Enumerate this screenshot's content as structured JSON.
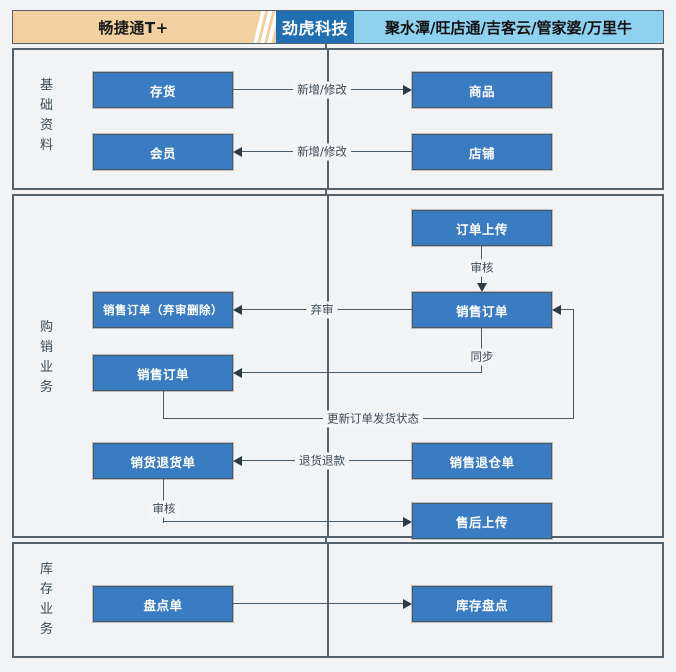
{
  "header": {
    "left_system": "畅捷通T+",
    "logo_slashes": "///",
    "logo_text": "劲虎科技",
    "right_systems": "聚水潭/旺店通/吉客云/管家婆/万里牛"
  },
  "colors": {
    "header_left_bg": "#f2d0a0",
    "header_logo_bg": "#1f6fb2",
    "header_right_bg": "#8ed2f0",
    "node_fill": "#3a7cc2",
    "node_text": "#ffffff",
    "line": "#4a5a66",
    "frame": "#55626b",
    "canvas_bg": "#f1f3f5"
  },
  "sections": [
    {
      "id": "basic",
      "label": "基础资料"
    },
    {
      "id": "sales",
      "label": "购销业务"
    },
    {
      "id": "stock",
      "label": "库存业务"
    }
  ],
  "nodes": {
    "inventory": "存货",
    "goods": "商品",
    "member": "会员",
    "shop": "店铺",
    "order_upload": "订单上传",
    "sales_order_deleted": "销售订单（弃审删除）",
    "sales_order_right": "销售订单",
    "sales_order_left": "销售订单",
    "sales_return_note": "销货退货单",
    "sales_warehouse_return": "销售退仓单",
    "after_sale_upload": "售后上传",
    "stocktake_note": "盘点单",
    "stock_check": "库存盘点"
  },
  "edge_labels": {
    "add_modify_1": "新增/修改",
    "add_modify_2": "新增/修改",
    "audit_1": "审核",
    "unaudit": "弃审",
    "sync": "同步",
    "update_ship_status": "更新订单发货状态",
    "refund": "退货退款",
    "audit_2": "审核"
  }
}
